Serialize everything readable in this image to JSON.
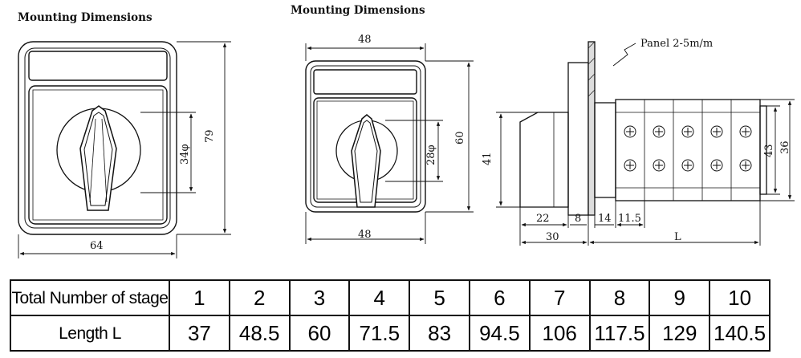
{
  "titles": {
    "left": "Mounting Dimensions",
    "middle": "Mounting Dimensions"
  },
  "front_large": {
    "width": "64",
    "height": "79",
    "hole": "34φ"
  },
  "front_small": {
    "width_top": "48",
    "width_bottom": "48",
    "height": "60",
    "hole": "28φ"
  },
  "side_view": {
    "panel_label": "Panel 2-5m/m",
    "height_body": "41",
    "height_43": "43",
    "height_36": "36",
    "d22": "22",
    "d8": "8",
    "d14": "14",
    "d11_5": "11.5",
    "d30": "30",
    "length": "L"
  },
  "table": {
    "header_label": "Total Number of stage",
    "row_label": "Length L",
    "stages": [
      "1",
      "2",
      "3",
      "4",
      "5",
      "6",
      "7",
      "8",
      "9",
      "10"
    ],
    "lengths": [
      "37",
      "48.5",
      "60",
      "71.5",
      "83",
      "94.5",
      "106",
      "117.5",
      "129",
      "140.5"
    ]
  }
}
